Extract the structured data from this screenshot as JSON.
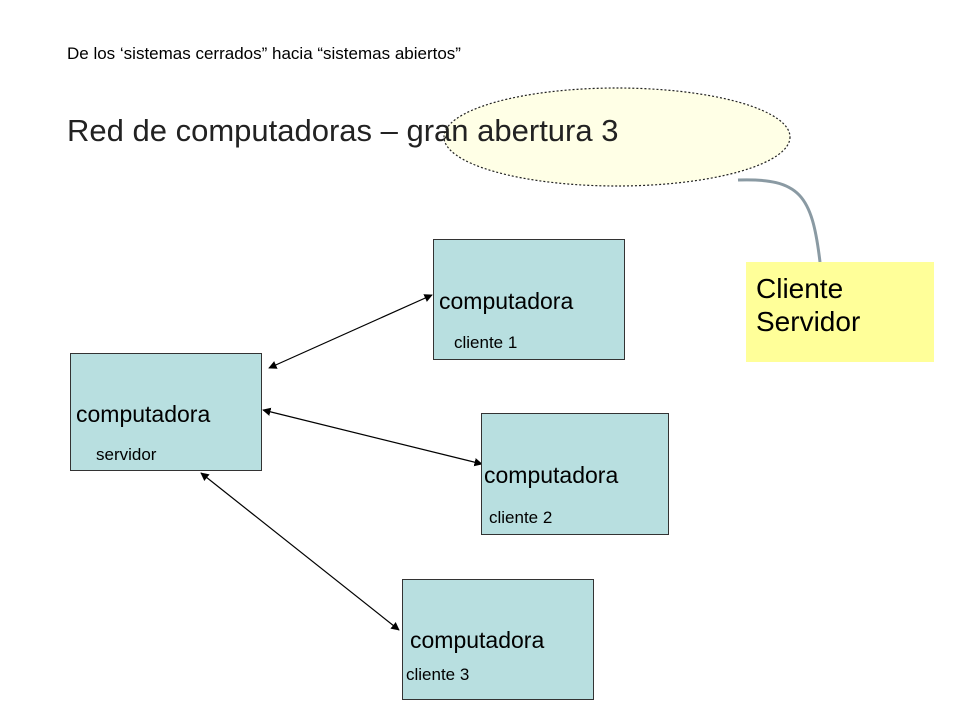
{
  "slide": {
    "subtitle": "De los ‘sistemas cerrados” hacia “sistemas abiertos”",
    "title": "Red de computadoras – gran abertura 3"
  },
  "nodes": {
    "server": {
      "label": "computadora",
      "role": "servidor"
    },
    "client1": {
      "label": "computadora",
      "role": "cliente 1"
    },
    "client2": {
      "label": "computadora",
      "role": "cliente 2"
    },
    "client3": {
      "label": "computadora",
      "role": "cliente 3"
    }
  },
  "callout": {
    "line1": "Cliente",
    "line2": "Servidor"
  },
  "colors": {
    "box_fill": "#b8dfe0",
    "callout_fill": "#ffff99",
    "ellipse_fill": "#ffffe6",
    "connector": "#8a9aa3"
  }
}
